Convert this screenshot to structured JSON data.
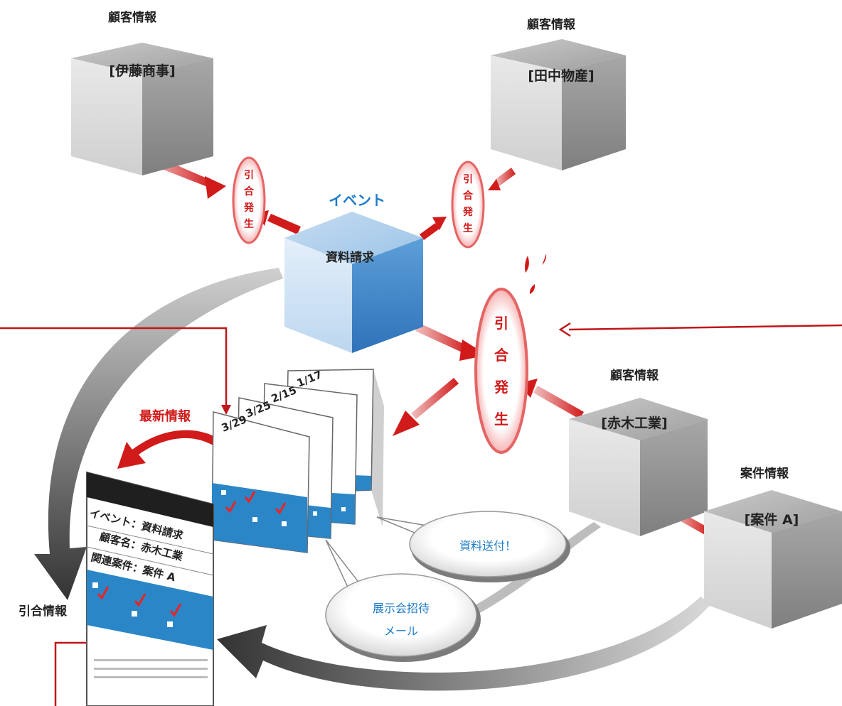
{
  "customers": [
    {
      "heading": "顧客情報",
      "name": "[伊藤商事]"
    },
    {
      "heading": "顧客情報",
      "name": "[田中物産]"
    },
    {
      "heading": "顧客情報",
      "name": "[赤木工業]"
    }
  ],
  "project": {
    "heading": "案件情報",
    "name": "[案件 A]"
  },
  "event": {
    "heading": "イベント",
    "name": "資料請求"
  },
  "inquiry_badge": [
    "引",
    "合",
    "発",
    "生"
  ],
  "timeline": {
    "label": "最新情報",
    "dates": [
      "1/17",
      "2/15",
      "3/25",
      "3/29"
    ]
  },
  "record": {
    "lines": [
      "イベント：資料請求",
      "顧客名：赤木工業",
      "関連案件：案件 A"
    ],
    "label": "引合情報"
  },
  "callouts": {
    "send": "資料送付！",
    "invite_line1": "展示会招待",
    "invite_line2": "メール"
  },
  "colors": {
    "red": "#d11a1a",
    "blue": "#1c7cc9",
    "cube_blue": "#4a8fcc",
    "band_blue": "#2b86c7"
  }
}
